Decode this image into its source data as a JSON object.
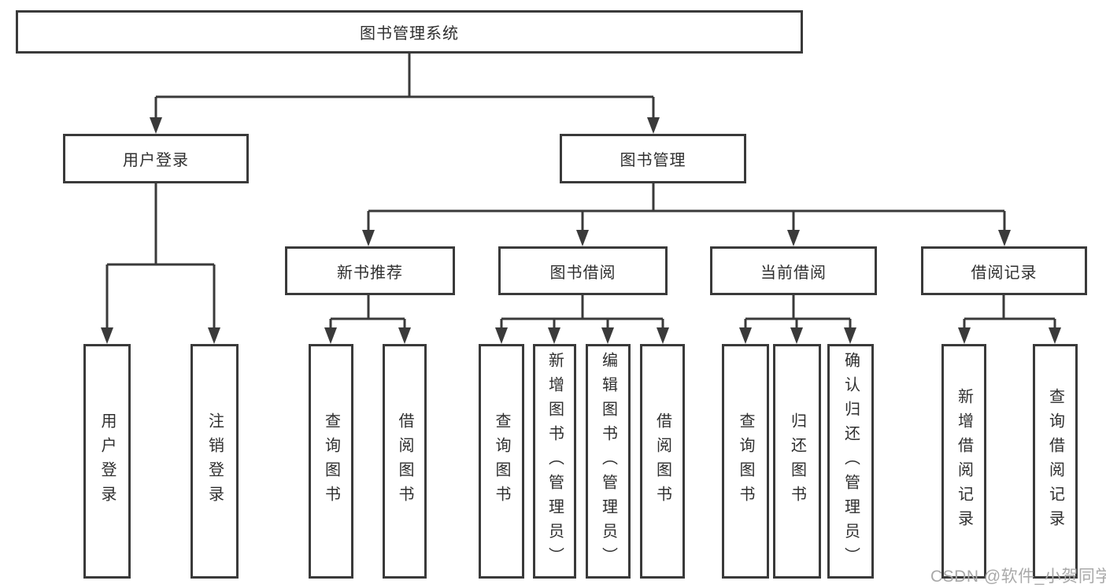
{
  "colors": {
    "line": "#3a3a3a",
    "text": "#2f2f2f",
    "box_background": "#ffffff",
    "watermark": "#a9a9a9"
  },
  "tree": {
    "root": {
      "label": "图书管理系统",
      "children": [
        {
          "label": "用户登录",
          "children": [
            {
              "label": "用户登录"
            },
            {
              "label": "注销登录"
            }
          ]
        },
        {
          "label": "图书管理",
          "children": [
            {
              "label": "新书推荐",
              "children": [
                {
                  "label": "查询图书"
                },
                {
                  "label": "借阅图书"
                }
              ]
            },
            {
              "label": "图书借阅",
              "children": [
                {
                  "label": "查询图书"
                },
                {
                  "label": "新增图书（管理员）"
                },
                {
                  "label": "编辑图书（管理员）"
                },
                {
                  "label": "借阅图书"
                }
              ]
            },
            {
              "label": "当前借阅",
              "children": [
                {
                  "label": "查询图书"
                },
                {
                  "label": "归还图书"
                },
                {
                  "label": "确认归还（管理员）"
                }
              ]
            },
            {
              "label": "借阅记录",
              "children": [
                {
                  "label": "新增借阅记录"
                },
                {
                  "label": "查询借阅记录"
                }
              ]
            }
          ]
        }
      ]
    }
  },
  "watermark": {
    "text": "CSDN @软件_小贺同学"
  }
}
